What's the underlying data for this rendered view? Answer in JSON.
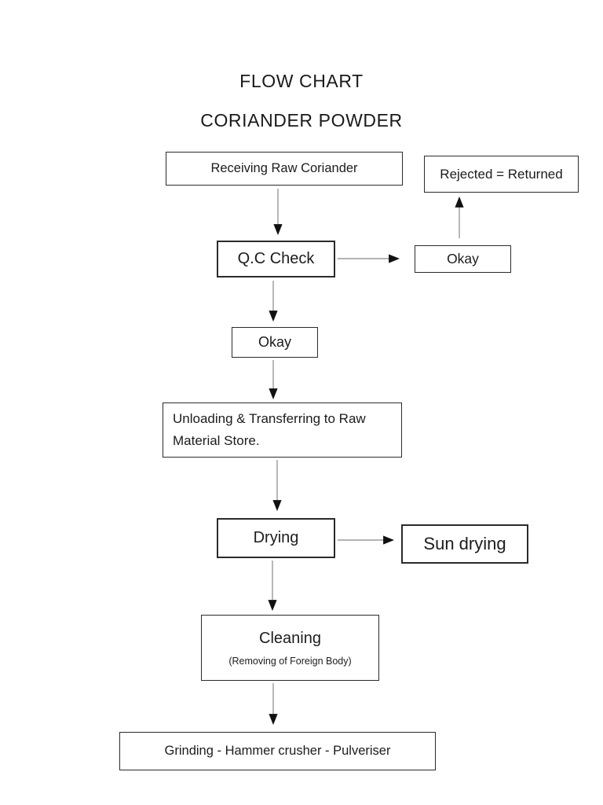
{
  "page": {
    "title": "FLOW CHART",
    "subtitle": "CORIANDER POWDER"
  },
  "nodes": {
    "receiving": {
      "label": "Receiving Raw Coriander"
    },
    "rejected": {
      "label": "Rejected = Returned"
    },
    "qc_check": {
      "label": "Q.C Check"
    },
    "okay_branch": {
      "label": "Okay"
    },
    "okay_pass": {
      "label": "Okay"
    },
    "unloading": {
      "label": "Unloading & Transferring to Raw Material Store."
    },
    "drying": {
      "label": "Drying"
    },
    "sun_drying": {
      "label": "Sun drying"
    },
    "cleaning": {
      "label": "Cleaning",
      "note": "(Removing of Foreign Body)"
    },
    "grinding": {
      "label": "Grinding - Hammer crusher - Pulveriser"
    }
  },
  "edges": [
    {
      "from": "receiving",
      "to": "qc_check",
      "direction": "down"
    },
    {
      "from": "qc_check",
      "to": "okay_branch",
      "direction": "right"
    },
    {
      "from": "okay_branch",
      "to": "rejected",
      "direction": "up"
    },
    {
      "from": "qc_check",
      "to": "okay_pass",
      "direction": "down"
    },
    {
      "from": "okay_pass",
      "to": "unloading",
      "direction": "down"
    },
    {
      "from": "unloading",
      "to": "drying",
      "direction": "down"
    },
    {
      "from": "drying",
      "to": "sun_drying",
      "direction": "right"
    },
    {
      "from": "drying",
      "to": "cleaning",
      "direction": "down"
    },
    {
      "from": "cleaning",
      "to": "grinding",
      "direction": "down"
    }
  ],
  "colors": {
    "background": "#ffffff",
    "box_border": "#2b2b2b",
    "text": "#1c1c1c",
    "arrow_line": "#9a9a9a",
    "arrow_head": "#111111"
  }
}
